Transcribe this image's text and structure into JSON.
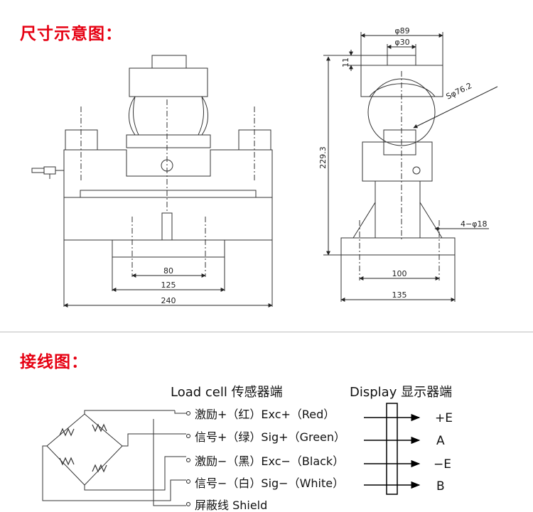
{
  "headings": {
    "dimension": "尺寸示意图：",
    "wiring": "接线图："
  },
  "front_view": {
    "dims": {
      "inner_bolt": "80",
      "base_bolt": "125",
      "total_length": "240"
    }
  },
  "side_view": {
    "dims": {
      "top_dia": "φ89",
      "boss_dia": "φ30",
      "top_thick": "11",
      "sphere": "Sφ76.2",
      "height": "229.3",
      "holes": "4−φ18",
      "base_bolt": "100",
      "base_width": "135"
    }
  },
  "wiring": {
    "left_header": "Load cell  传感器端",
    "right_header": "Display  显示器端",
    "wires": [
      {
        "label": "激励+（红）Exc+（Red）",
        "terminal": "+E"
      },
      {
        "label": "信号+（绿）Sig+（Green）",
        "terminal": "A"
      },
      {
        "label": "激励−（黑）Exc−（Black）",
        "terminal": "−E"
      },
      {
        "label": "信号−（白）Sig−（White）",
        "terminal": "B"
      }
    ],
    "shield": "屏蔽线  Shield"
  },
  "colors": {
    "heading": "#e60012",
    "line": "#333333"
  }
}
